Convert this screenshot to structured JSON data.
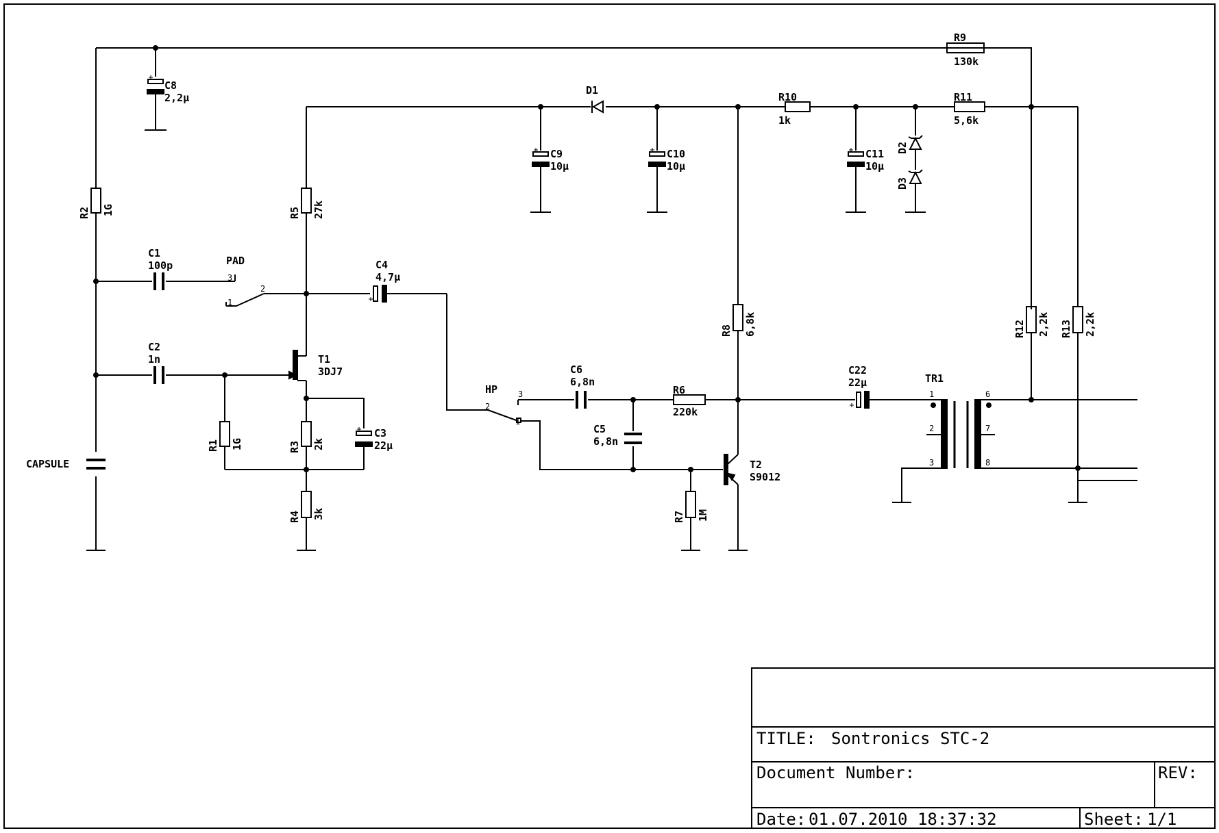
{
  "title_block": {
    "title_label": "TITLE:",
    "title_value": "Sontronics STC-2",
    "doc_label": "Document Number:",
    "rev_label": "REV:",
    "date_label": "Date:",
    "date_value": "01.07.2010 18:37:32",
    "sheet_label": "Sheet:",
    "sheet_value": "1/1"
  },
  "components": {
    "r9": {
      "ref": "R9",
      "value": "130k"
    },
    "r10": {
      "ref": "R10",
      "value": "1k"
    },
    "r11": {
      "ref": "R11",
      "value": "5,6k"
    },
    "r2": {
      "ref": "R2",
      "value": "1G"
    },
    "r5": {
      "ref": "R5",
      "value": "27k"
    },
    "r1": {
      "ref": "R1",
      "value": "1G"
    },
    "r3": {
      "ref": "R3",
      "value": "2k"
    },
    "r4": {
      "ref": "R4",
      "value": "3k"
    },
    "r8": {
      "ref": "R8",
      "value": "6,8k"
    },
    "r6": {
      "ref": "R6",
      "value": "220k"
    },
    "r7": {
      "ref": "R7",
      "value": "1M"
    },
    "r12": {
      "ref": "R12",
      "value": "2,2k"
    },
    "r13": {
      "ref": "R13",
      "value": "2,2k"
    },
    "c8": {
      "ref": "C8",
      "value": "2,2µ"
    },
    "c9": {
      "ref": "C9",
      "value": "10µ"
    },
    "c10": {
      "ref": "C10",
      "value": "10µ"
    },
    "c11": {
      "ref": "C11",
      "value": "10µ"
    },
    "c1": {
      "ref": "C1",
      "value": "100p"
    },
    "c2": {
      "ref": "C2",
      "value": "1n"
    },
    "c3": {
      "ref": "C3",
      "value": "22µ"
    },
    "c4": {
      "ref": "C4",
      "value": "4,7µ"
    },
    "c5": {
      "ref": "C5",
      "value": "6,8n"
    },
    "c6": {
      "ref": "C6",
      "value": "6,8n"
    },
    "c22": {
      "ref": "C22",
      "value": "22µ"
    },
    "d1": {
      "ref": "D1"
    },
    "d2": {
      "ref": "D2"
    },
    "d3": {
      "ref": "D3"
    },
    "t1": {
      "ref": "T1",
      "value": "3DJ7"
    },
    "t2": {
      "ref": "T2",
      "value": "S9012"
    },
    "tr1": {
      "ref": "TR1"
    },
    "pad": {
      "ref": "PAD"
    },
    "hp": {
      "ref": "HP"
    },
    "capsule": {
      "ref": "CAPSULE"
    }
  },
  "pins": {
    "pad": [
      "3",
      "1",
      "2"
    ],
    "hp": [
      "3",
      "2",
      "1"
    ],
    "tr1": [
      "1",
      "2",
      "3",
      "6",
      "7",
      "8"
    ]
  }
}
